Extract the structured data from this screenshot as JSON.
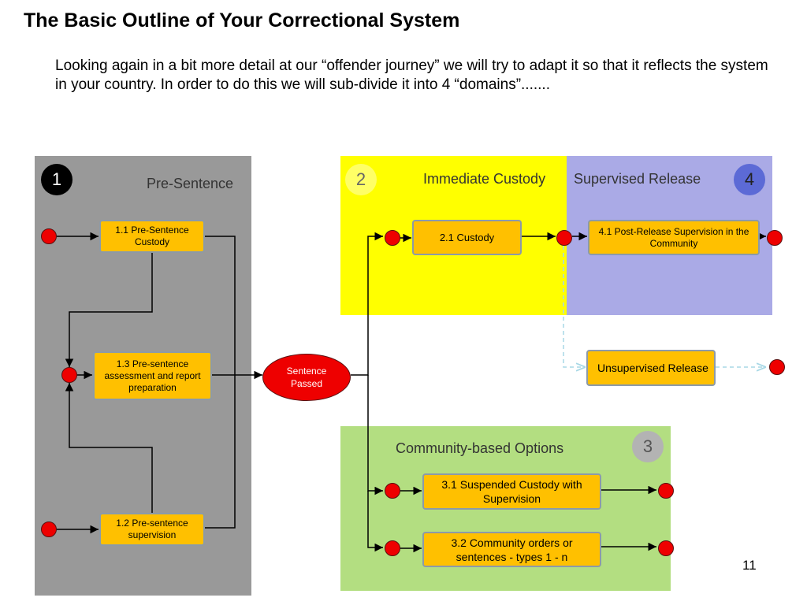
{
  "slide": {
    "title": "The Basic Outline of Your Correctional System",
    "intro": "Looking again in  a bit more detail at our “offender journey” we will try to adapt it so that it reflects the system in your country.  In order to do this we will sub-divide it into 4 “domains”.......",
    "page_number": "11"
  },
  "domains": {
    "pre_sentence": {
      "number": "1",
      "label": "Pre-Sentence",
      "color": "#999999",
      "badge_color": "#000000"
    },
    "immediate_custody": {
      "number": "2",
      "label": "Immediate Custody",
      "color": "#ffff00",
      "badge_color": "#ffff66"
    },
    "community": {
      "number": "3",
      "label": "Community-based Options",
      "color": "#b3de81",
      "badge_color": "#b3b3b3"
    },
    "supervised_release": {
      "number": "4",
      "label": "Supervised Release",
      "color": "#aaaae6",
      "badge_color": "#5c6ad6"
    }
  },
  "steps": {
    "s1_1": "1.1  Pre-Sentence Custody",
    "s1_2": "1.2  Pre-sentence supervision",
    "s1_3": "1.3  Pre-sentence assessment and report preparation",
    "s2_1": "2.1   Custody",
    "s3_1": "3.1   Suspended Custody with Supervision",
    "s3_2": "3.2  Community orders or sentences -  types 1 - n",
    "s4_1": "4.1  Post-Release Supervision in the Community",
    "unsupervised": "Unsupervised Release"
  },
  "decision": {
    "label": "Sentence Passed"
  },
  "colors": {
    "step_fill": "#ffc000",
    "dot_fill": "#ee0000",
    "connector": "#000000",
    "dashed_connector": "#a8d8e6"
  }
}
